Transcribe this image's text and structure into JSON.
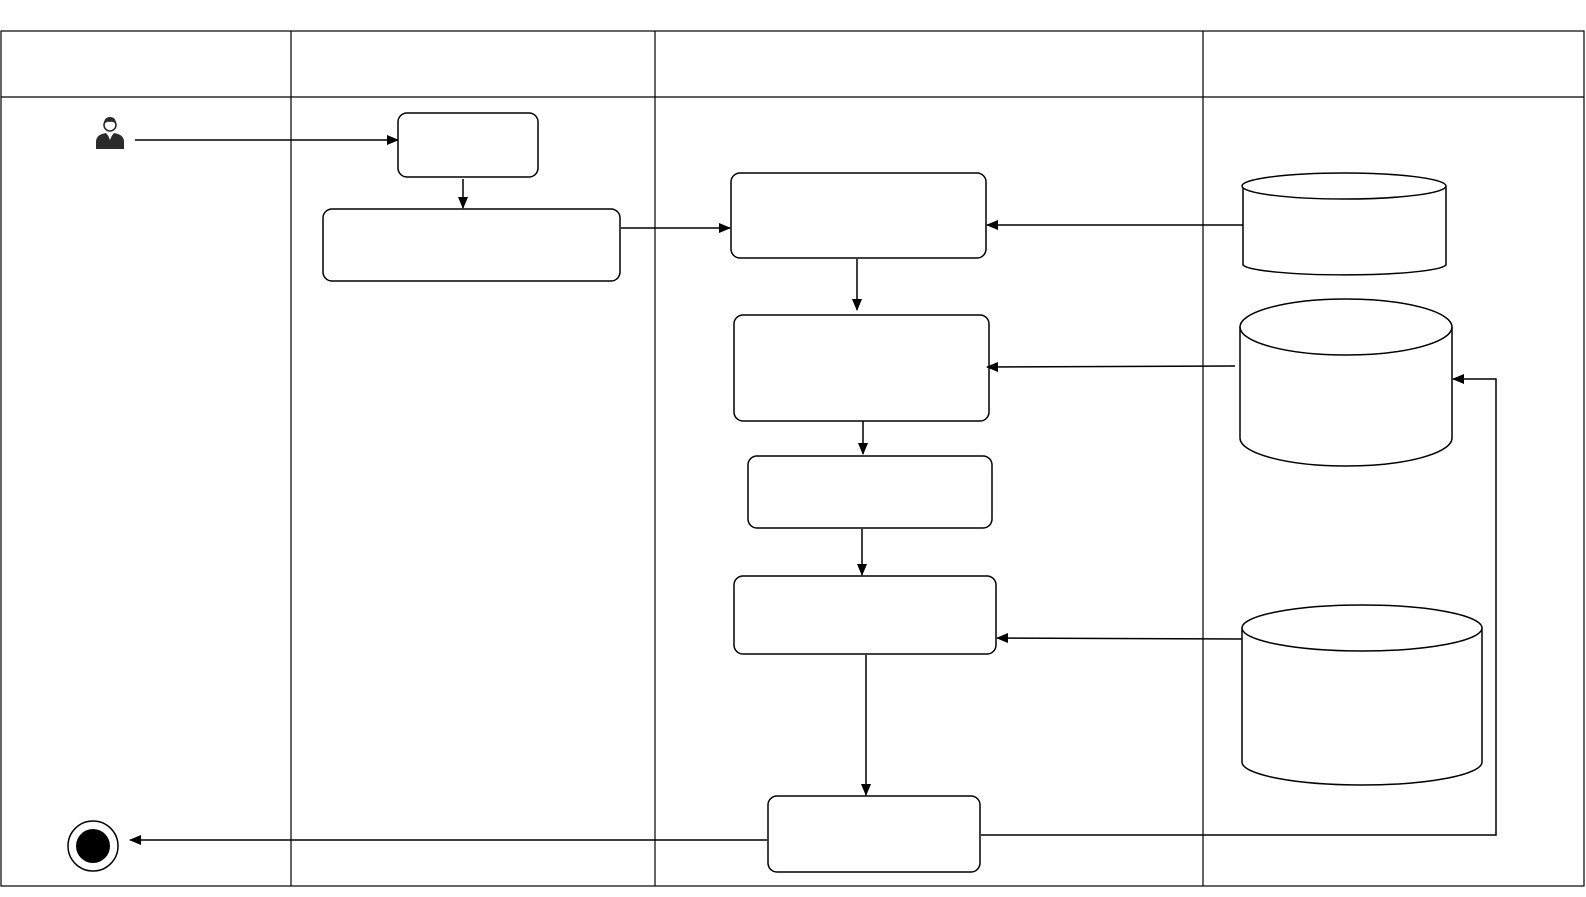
{
  "diagram": {
    "type": "swimlane-activity",
    "colors": {
      "line": "#000000",
      "background": "#ffffff",
      "actor_icon": "#2b2b2b",
      "end_node_fill": "#000000"
    },
    "lanes": [
      {
        "id": "lane-1",
        "title": ""
      },
      {
        "id": "lane-2",
        "title": ""
      },
      {
        "id": "lane-3",
        "title": ""
      },
      {
        "id": "lane-4",
        "title": ""
      }
    ],
    "start": {
      "icon": "user-icon"
    },
    "end": {
      "icon": "end-node-icon"
    },
    "activities": [
      {
        "id": "a1",
        "label": ""
      },
      {
        "id": "a2",
        "label": ""
      },
      {
        "id": "a3",
        "label": ""
      },
      {
        "id": "a4",
        "label": ""
      },
      {
        "id": "a5",
        "label": ""
      },
      {
        "id": "a6",
        "label": ""
      },
      {
        "id": "a7",
        "label": ""
      }
    ],
    "datastores": [
      {
        "id": "d1",
        "label": ""
      },
      {
        "id": "d2",
        "label": ""
      },
      {
        "id": "d3",
        "label": ""
      }
    ],
    "edges": [
      {
        "from": "start",
        "to": "a1"
      },
      {
        "from": "a1",
        "to": "a2"
      },
      {
        "from": "a2",
        "to": "a3"
      },
      {
        "from": "d1",
        "to": "a3"
      },
      {
        "from": "a3",
        "to": "a4"
      },
      {
        "from": "d2",
        "to": "a4"
      },
      {
        "from": "a4",
        "to": "a5"
      },
      {
        "from": "a5",
        "to": "a6"
      },
      {
        "from": "d3",
        "to": "a6"
      },
      {
        "from": "a6",
        "to": "a7"
      },
      {
        "from": "a7",
        "to": "end"
      },
      {
        "from": "a7",
        "to": "d2"
      }
    ]
  }
}
